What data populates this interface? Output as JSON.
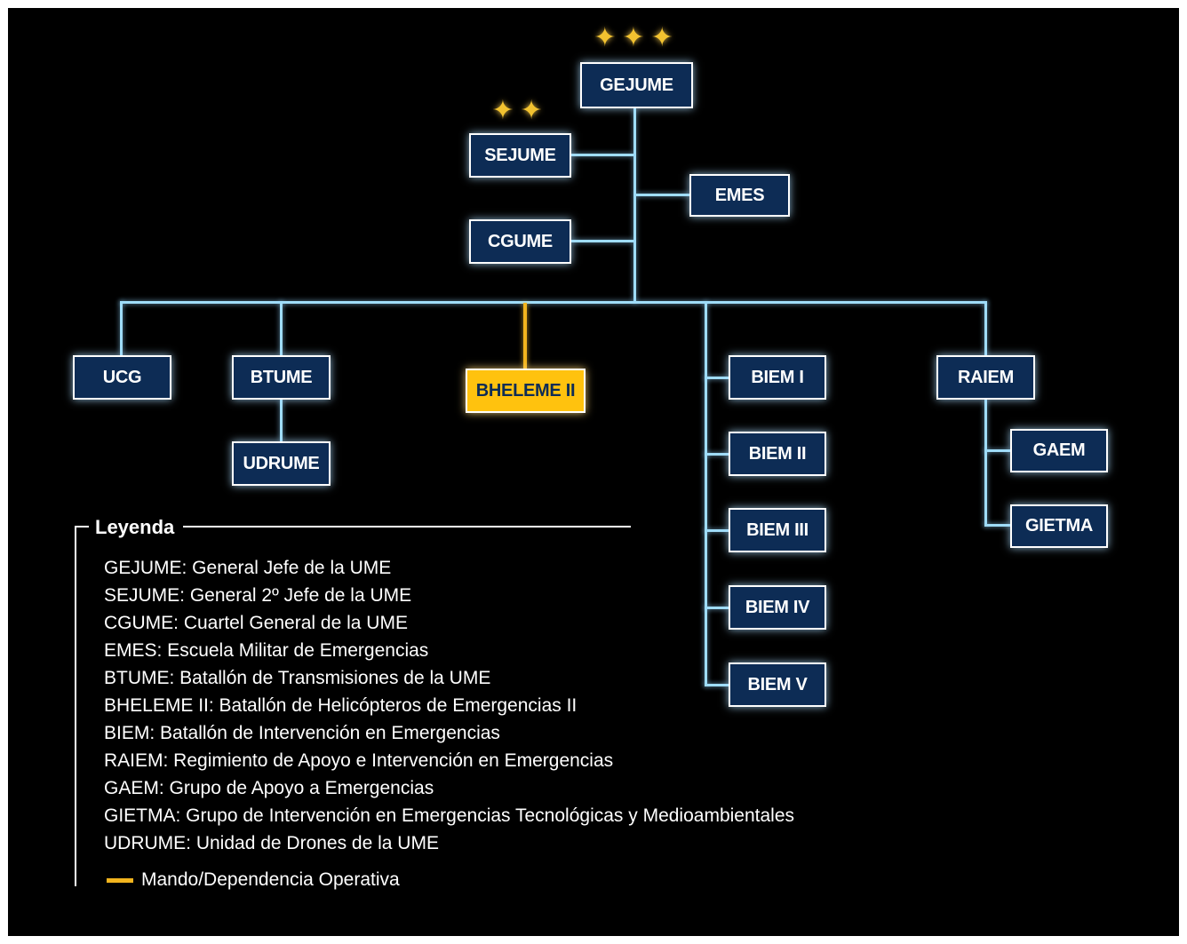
{
  "chart": {
    "type": "org-chart",
    "nodes": {
      "gejume": "GEJUME",
      "sejume": "SEJUME",
      "cgume": "CGUME",
      "emes": "EMES",
      "ucg": "UCG",
      "btume": "BTUME",
      "udrume": "UDRUME",
      "bheleme": "BHELEME II",
      "biem1": "BIEM I",
      "biem2": "BIEM II",
      "biem3": "BIEM III",
      "biem4": "BIEM IV",
      "biem5": "BIEM V",
      "raiem": "RAIEM",
      "gaem": "GAEM",
      "gietma": "GIETMA"
    },
    "hierarchy": {
      "root": "GEJUME",
      "staff": [
        "SEJUME",
        "CGUME",
        "EMES"
      ],
      "children_of_root": [
        "UCG",
        "BTUME",
        "BHELEME II",
        "BIEM I",
        "BIEM II",
        "BIEM III",
        "BIEM IV",
        "BIEM V",
        "RAIEM"
      ],
      "children_of_btume": [
        "UDRUME"
      ],
      "children_of_raiem": [
        "GAEM",
        "GIETMA"
      ]
    },
    "rank_stars": {
      "gejume": 3,
      "sejume": 2
    },
    "colors": {
      "background": "#000000",
      "box_fill": "#0d2c55",
      "box_text": "#ffffff",
      "connector": "#9fdcf8",
      "highlight_fill": "#ffc20e",
      "highlight_text": "#0d2c55",
      "highlight_connector": "#f2b41e",
      "star": "#f2c230"
    }
  },
  "icons": {
    "star": "✦"
  },
  "legend": {
    "title": "Leyenda",
    "items": [
      "GEJUME: General Jefe de la UME",
      "SEJUME: General 2º Jefe de la UME",
      "CGUME: Cuartel General de la UME",
      "EMES: Escuela Militar de Emergencias",
      "BTUME: Batallón de Transmisiones de la UME",
      "BHELEME II: Batallón de Helicópteros de Emergencias II",
      "BIEM: Batallón de Intervención en Emergencias",
      "RAIEM: Regimiento de Apoyo e Intervención en Emergencias",
      "GAEM: Grupo de Apoyo a Emergencias",
      "GIETMA: Grupo de Intervención en Emergencias Tecnológicas y Medioambientales",
      "UDRUME: Unidad de Drones de la UME"
    ],
    "marker_label": "Mando/Dependencia Operativa"
  }
}
